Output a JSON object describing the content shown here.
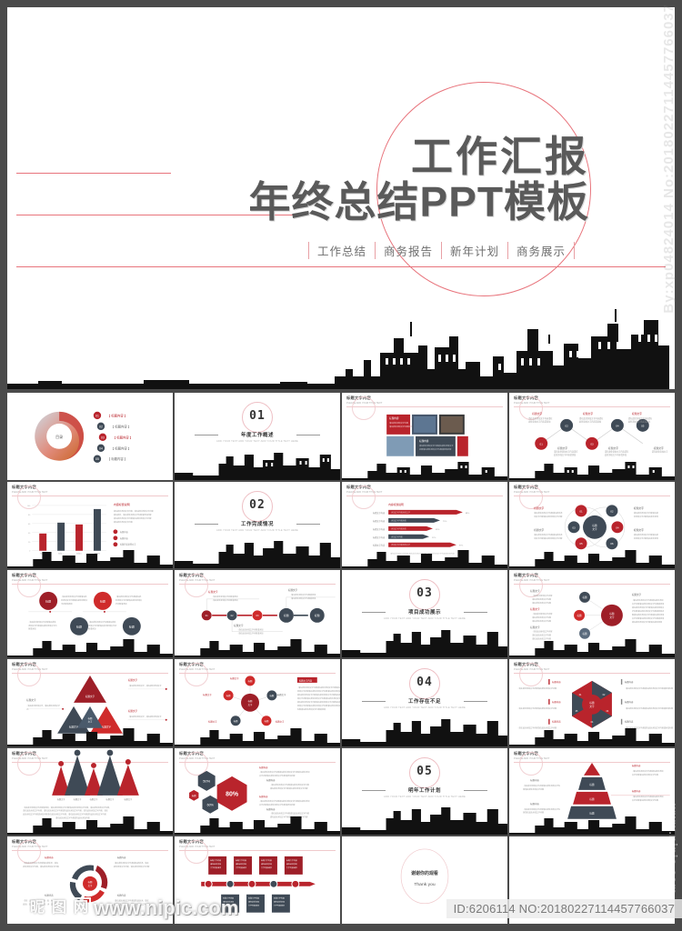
{
  "hero": {
    "title_line1": "工作汇报",
    "title_line2": "年终总结PPT模板",
    "tags": [
      "工作总结",
      "商务报告",
      "新年计划",
      "商务展示"
    ],
    "accent_red": "#e8747c",
    "title_color": "#5a5a5a"
  },
  "watermarks": {
    "vertical_right": "By:xp04824014  No:20180227114457766037",
    "site_logo_cn": [
      "昵",
      "图",
      "网"
    ],
    "site_url": "www.nipic.com",
    "id_bar": "ID:6206114 NO:20180227114457766037",
    "right_edge": "www.nipic.com"
  },
  "thumbnails": {
    "header_label": "标题文字内容",
    "header_sub": "PLEASE ADD YOUR TITLE TEXT",
    "sections": [
      {
        "num": "01",
        "title": "年度工作概述",
        "sub": "ADD YOUR TEXT   ADD YOUR TEXT   ADD YOUR TITLE TEXT HERE"
      },
      {
        "num": "02",
        "title": "工作完成情况",
        "sub": "ADD YOUR TEXT   ADD YOUR TEXT   ADD YOUR TITLE TEXT HERE"
      },
      {
        "num": "03",
        "title": "项目成功展示",
        "sub": "ADD YOUR TEXT   ADD YOUR TEXT   ADD YOUR TITLE TEXT HERE"
      },
      {
        "num": "04",
        "title": "工作存在不足",
        "sub": "ADD YOUR TEXT   ADD YOUR TEXT   ADD YOUR TITLE TEXT HERE"
      },
      {
        "num": "05",
        "title": "明年工作计划",
        "sub": "ADD YOUR TEXT   ADD YOUR TEXT   ADD YOUR TITLE TEXT HERE"
      }
    ],
    "toc": {
      "center_label": "目录",
      "items": [
        "【 标题内容 】",
        "【 标题内容 】",
        "【 标题内容 】",
        "【 标题内容 】",
        "【 标题内容 】"
      ],
      "numbers": [
        "01",
        "02",
        "03",
        "04",
        "05"
      ]
    },
    "generic_label": "标题文字",
    "generic_body": "标题内容",
    "thankyou": {
      "cn": "谢谢你的观看",
      "en": "Thank you"
    },
    "percent_labels": [
      "88%",
      "75%",
      "65%",
      "52%",
      "97%"
    ],
    "donut_values": [
      "50%",
      "80%",
      "60%"
    ]
  },
  "chart_data": [
    {
      "type": "bar",
      "title": "内容标题",
      "categories": [
        "标题一",
        "标题二",
        "标题三",
        "标题四"
      ],
      "values": [
        38,
        62,
        58,
        92
      ],
      "series": [
        {
          "name": "数据系列",
          "values": [
            38,
            62,
            58,
            92
          ]
        }
      ],
      "colors": [
        "#b9242c",
        "#3f4a56",
        "#b9242c",
        "#3f4a56"
      ],
      "ylim": [
        0,
        100
      ],
      "grid": true,
      "legend": [
        "标题内容",
        "标题内容",
        "标题内容"
      ],
      "xlabel": "",
      "ylabel": ""
    },
    {
      "type": "bar",
      "title": "内容标题说明",
      "orientation": "horizontal",
      "categories": [
        "标题文字内容",
        "标题文字内容",
        "标题文字内容",
        "标题文字内容",
        "标题文字内容"
      ],
      "values": [
        88,
        75,
        65,
        52,
        97
      ],
      "colors": [
        "#b9242c",
        "#3f4a56",
        "#b9242c",
        "#3f4a56",
        "#b9242c"
      ],
      "xlim": [
        0,
        100
      ],
      "grid": false
    },
    {
      "type": "pyramid",
      "title": "金字塔层级",
      "categories": [
        "标题文字",
        "标题文字",
        "标题文字",
        "标题文字"
      ],
      "values": [
        20,
        40,
        60,
        80
      ],
      "colors": [
        "#b9242c",
        "#3f4a56",
        "#b9242c",
        "#3f4a56"
      ]
    },
    {
      "type": "pie",
      "title": "占比图",
      "categories": [
        "50%",
        "80%",
        "60%"
      ],
      "values": [
        50,
        80,
        60
      ],
      "colors": [
        "#3f4a56",
        "#b9242c",
        "#3f4a56"
      ]
    }
  ]
}
